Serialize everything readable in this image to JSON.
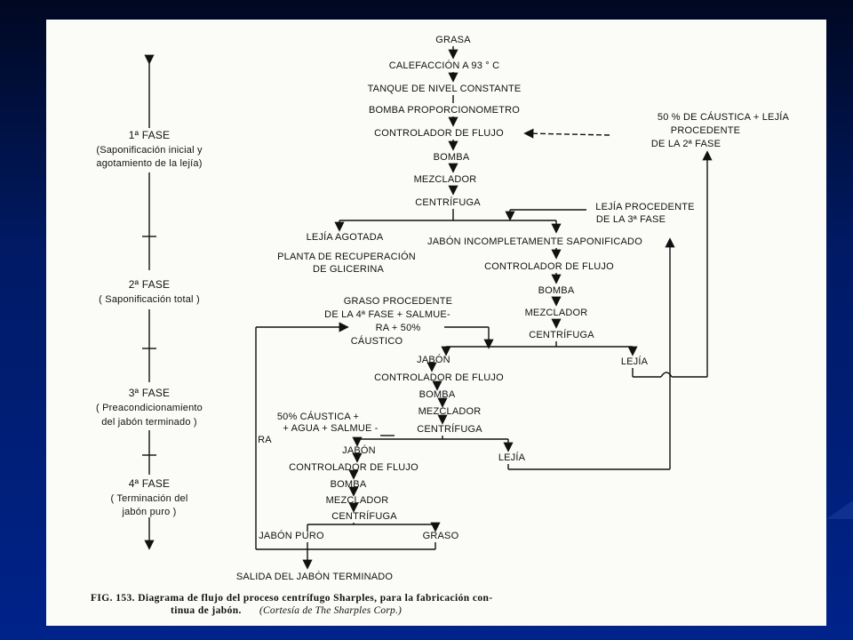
{
  "phases": [
    {
      "title": "1ª FASE",
      "desc": [
        "(Saponificación inicial y",
        "agotamiento de la lejía)"
      ]
    },
    {
      "title": "2ª FASE",
      "desc": [
        "( Saponificación total )"
      ]
    },
    {
      "title": "3ª FASE",
      "desc": [
        "( Preacondicionamiento",
        "del jabón terminado )"
      ]
    },
    {
      "title": "4ª FASE",
      "desc": [
        "( Terminación del",
        "jabón puro )"
      ]
    }
  ],
  "nodes": {
    "grasa": "GRASA",
    "calefaccion": "CALEFACCIÓN A 93 ° C",
    "tanque": "TANQUE DE NIVEL CONSTANTE",
    "bomba_prop": "BOMBA PROPORCIONOMETRO",
    "ctrl1": "CONTROLADOR DE FLUJO",
    "bomba1": "BOMBA",
    "mezclador1": "MEZCLADOR",
    "centrifuga1": "CENTRÍFUGA",
    "lejia_agotada": "LEJÍA AGOTADA",
    "planta": [
      "PLANTA DE RECUPERACIÓN",
      "DE GLICERINA"
    ],
    "jabon_incompleto": "JABÓN INCOMPLETAMENTE SAPONIFICADO",
    "ctrl2": "CONTROLADOR DE FLUJO",
    "bomba2": "BOMBA",
    "mezclador2": "MEZCLADOR",
    "centrifuga2": "CENTRÍFUGA",
    "caustica_2fase": [
      "50 % DE CÁUSTICA + LEJÍA",
      "PROCEDENTE",
      "DE LA 2ª FASE"
    ],
    "lejia_3fase": [
      "LEJÍA PROCEDENTE",
      "DE LA 3ª FASE"
    ],
    "graso_4fase": [
      "GRASO PROCEDENTE",
      "DE LA 4ª FASE + SALMUE-",
      "RA + 50%",
      "CÁUSTICO"
    ],
    "jabon3": "JABÓN",
    "lejia3": "LEJÍA",
    "ctrl3": "CONTROLADOR DE FLUJO",
    "bomba3": "BOMBA",
    "mezclador3": "MEZCLADOR",
    "centrifuga3": "CENTRÍFUGA",
    "caustica_agua": [
      "50% CÁUSTICA +",
      "+ AGUA + SALMUE -",
      "RA"
    ],
    "jabon4": "JABÓN",
    "lejia4": "LEJÍA",
    "ctrl4": "CONTROLADOR DE FLUJO",
    "bomba4": "BOMBA",
    "mezclador4": "MEZCLADOR",
    "centrifuga4": "CENTRÍFUGA",
    "jabon_puro": "JABÓN  PURO",
    "graso_final": "GRASO",
    "salida": "SALIDA DEL JABÓN TERMINADO"
  },
  "caption": {
    "line1": "FIG. 153.   Diagrama de flujo del proceso centrífugo Sharples, para la fabricación con-",
    "line2_a": "tinua de jabón.",
    "line2_b": "(Cortesía de The Sharples Corp.)"
  }
}
